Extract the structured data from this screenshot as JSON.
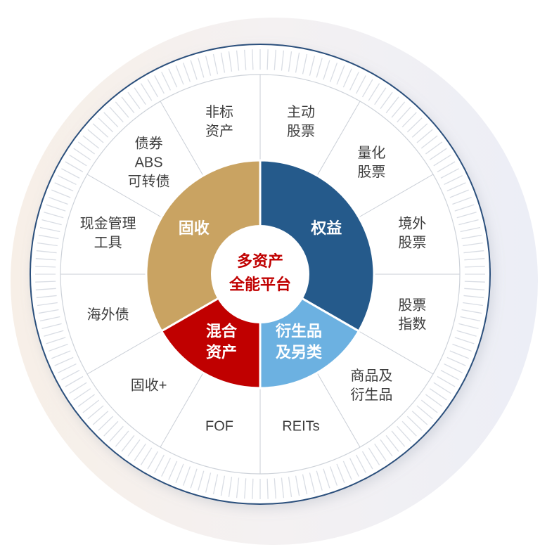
{
  "center": {
    "lines": [
      "多资产",
      "全能平台"
    ],
    "color": "#C00000"
  },
  "inner_sectors": [
    {
      "lines": [
        "固收"
      ],
      "color": "#C9A362"
    },
    {
      "lines": [
        "权益"
      ],
      "color": "#255A8B"
    },
    {
      "lines": [
        "混合",
        "资产"
      ],
      "color": "#C00000"
    },
    {
      "lines": [
        "衍生品",
        "及另类"
      ],
      "color": "#6CB1E1"
    }
  ],
  "outer_segments": [
    {
      "lines": [
        "主动",
        "股票"
      ]
    },
    {
      "lines": [
        "量化",
        "股票"
      ]
    },
    {
      "lines": [
        "境外",
        "股票"
      ]
    },
    {
      "lines": [
        "股票",
        "指数"
      ]
    },
    {
      "lines": [
        "商品及",
        "衍生品"
      ]
    },
    {
      "lines": [
        "REITs"
      ]
    },
    {
      "lines": [
        "FOF"
      ]
    },
    {
      "lines": [
        "固收+"
      ]
    },
    {
      "lines": [
        "海外债"
      ]
    },
    {
      "lines": [
        "现金管理",
        "工具"
      ]
    },
    {
      "lines": [
        "债券",
        "ABS",
        "可转债"
      ]
    },
    {
      "lines": [
        "非标",
        "资产"
      ]
    }
  ],
  "colors": {
    "outer_ring": "#2B4F7C",
    "tick": "#D9DDE4",
    "divider": "#C9CED6",
    "segment_boundary": "#CDD2D9",
    "label_text": "#3D3D3D",
    "glow_left": "#F7EFE7",
    "glow_mid": "#F4F1F2",
    "glow_right": "#ECEEF6"
  }
}
